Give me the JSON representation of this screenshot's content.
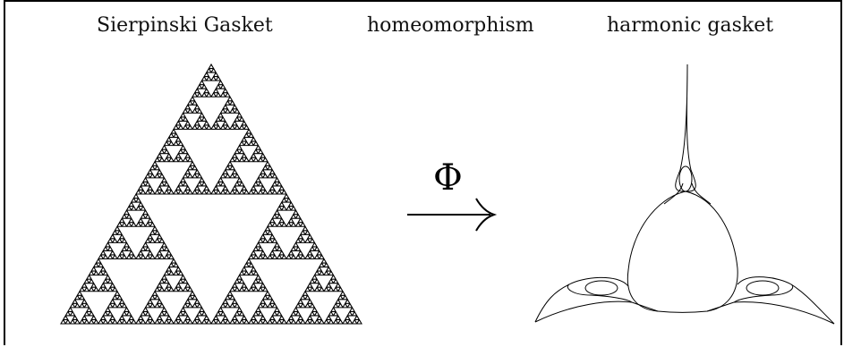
{
  "labels": {
    "left": "Sierpinski Gasket",
    "middle": "homeomorphism",
    "right": "harmonic gasket"
  },
  "arrow_symbol": "Φ",
  "colors": {
    "ink": "#000000",
    "background": "#ffffff"
  }
}
